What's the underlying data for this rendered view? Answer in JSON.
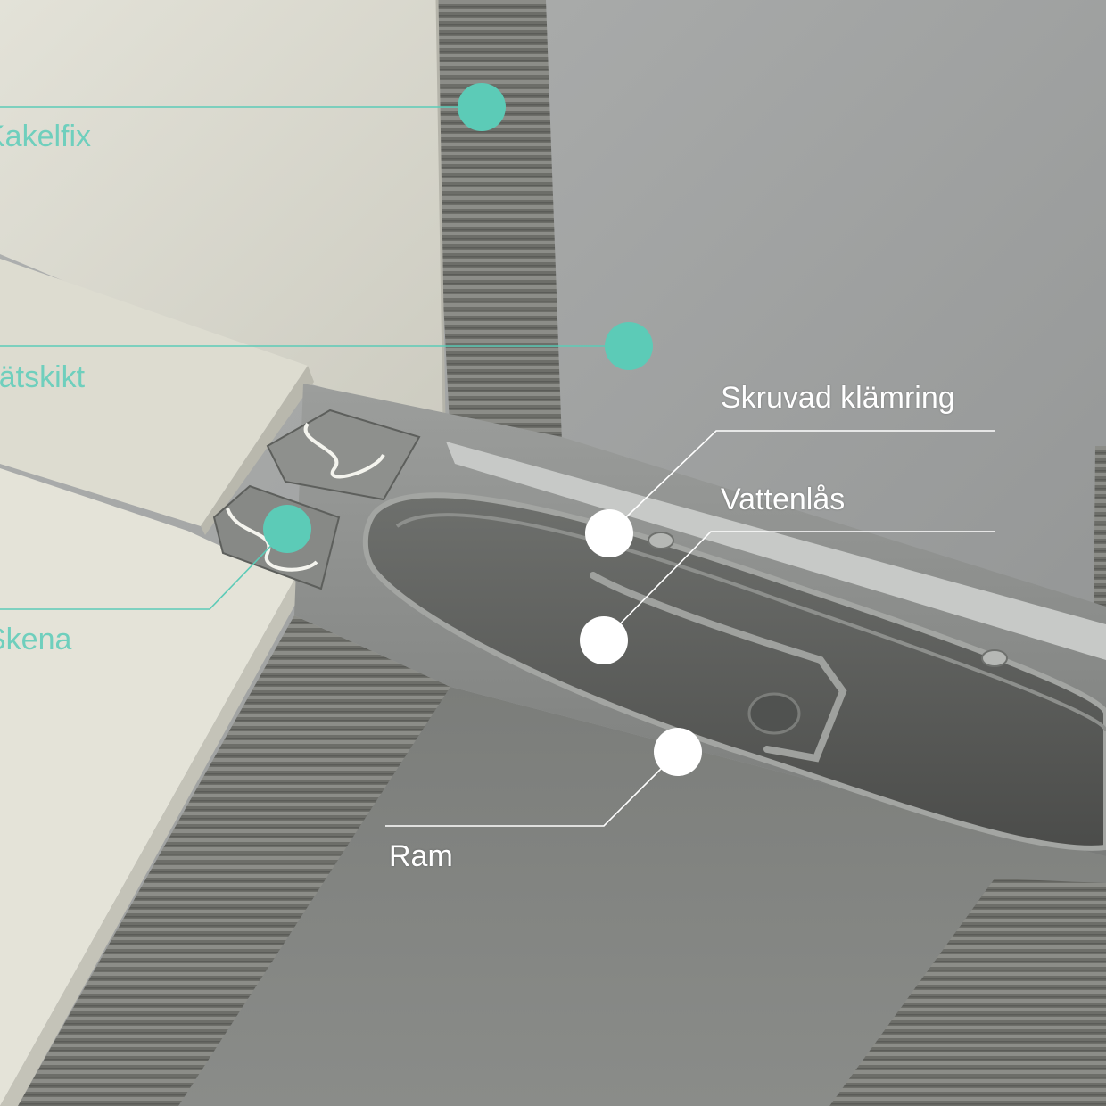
{
  "colors": {
    "accent": "#5ccbb7",
    "callout_white": "#ffffff",
    "teal_label": "#6fcfbd"
  },
  "callouts": {
    "kakelfix": {
      "label": "Kakelfix",
      "marker": "teal-dot"
    },
    "tatskikt": {
      "label": "Tätskikt",
      "marker": "teal-dot"
    },
    "skena": {
      "label": "Skena",
      "marker": "teal-dot"
    },
    "skruvad_klamring": {
      "label": "Skruvad klämring",
      "marker": "white-dot"
    },
    "vattenlas": {
      "label": "Vattenlås",
      "marker": "white-dot"
    },
    "ram": {
      "label": "Ram",
      "marker": "white-dot"
    }
  }
}
